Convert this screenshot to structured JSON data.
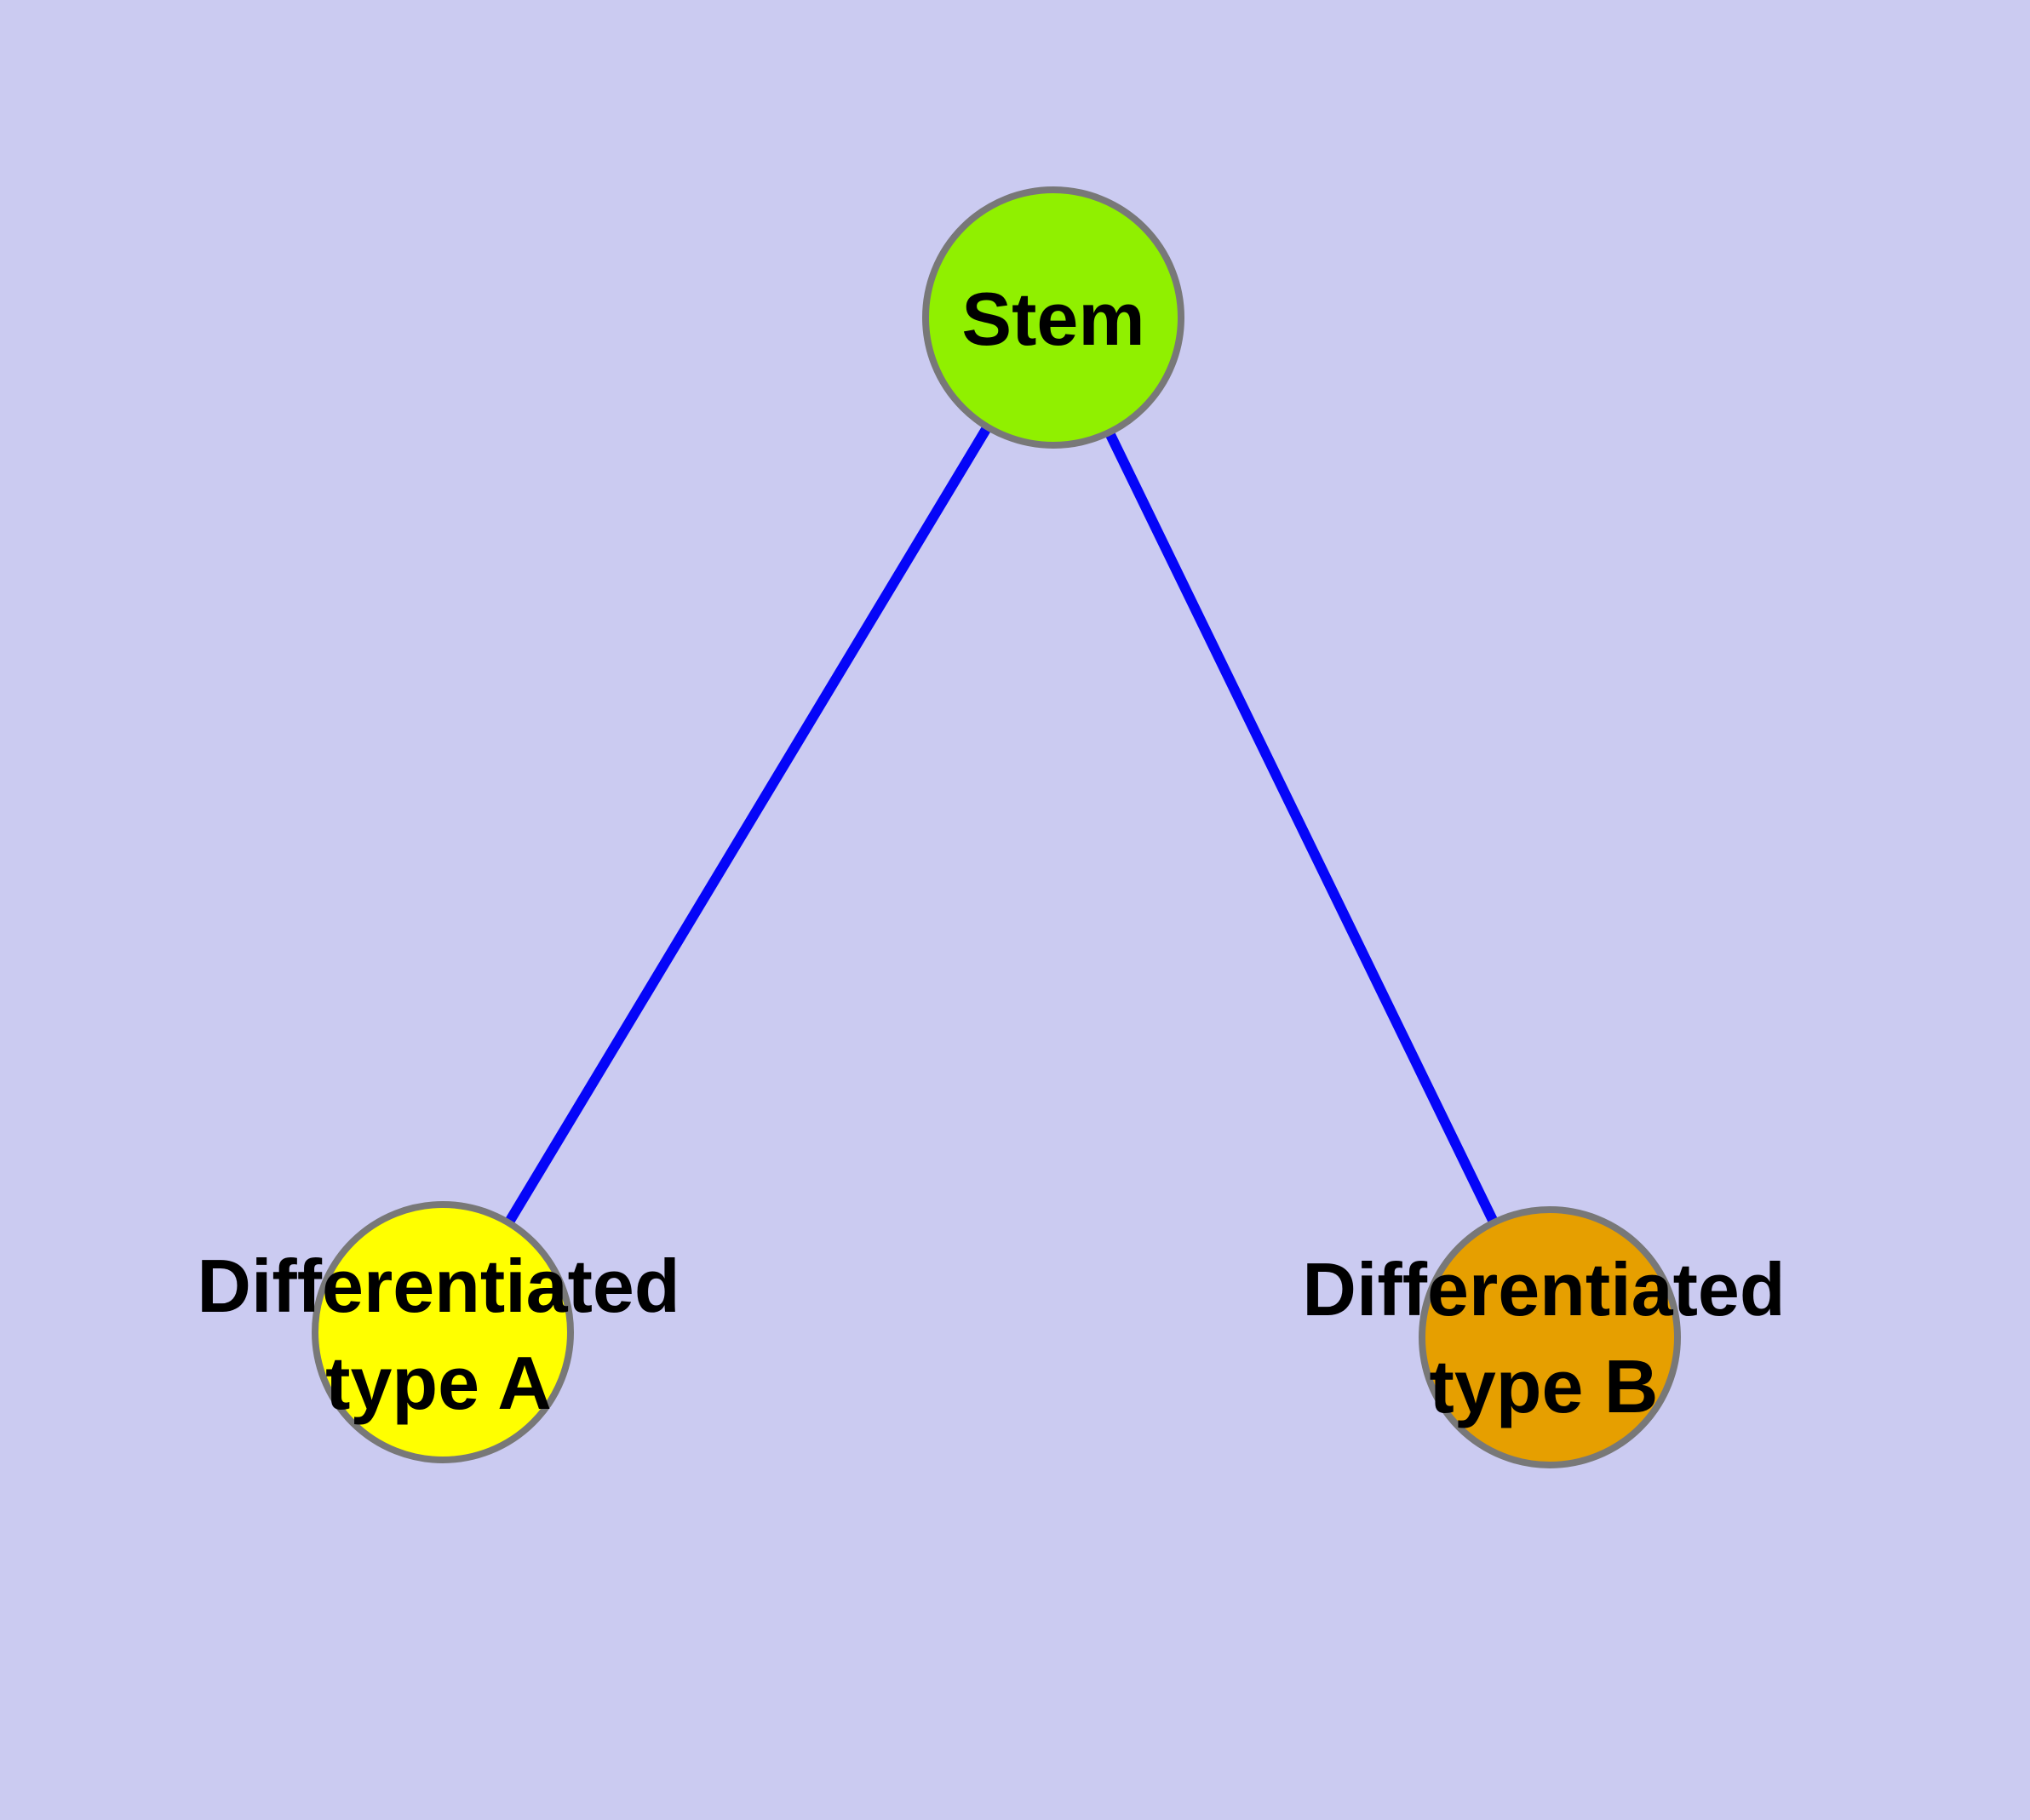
{
  "diagram": {
    "background_color": "#CBCBF1",
    "edge_color": "#0505F8",
    "node_border_color": "#787878",
    "label_color": "#000000",
    "nodes": [
      {
        "id": "stem",
        "label": "Stem",
        "lines": [
          "Stem"
        ],
        "color": "#90F000"
      },
      {
        "id": "differentiated-type-a",
        "label": "Differentiated type A",
        "lines": [
          "Differentiated",
          "type A"
        ],
        "color": "#FFFF00"
      },
      {
        "id": "differentiated-type-b",
        "label": "Differentiated type B",
        "lines": [
          "Differentiated",
          "type B"
        ],
        "color": "#E69F00"
      }
    ],
    "edges": [
      {
        "from": "stem",
        "to": "differentiated-type-a"
      },
      {
        "from": "stem",
        "to": "differentiated-type-b"
      }
    ]
  }
}
